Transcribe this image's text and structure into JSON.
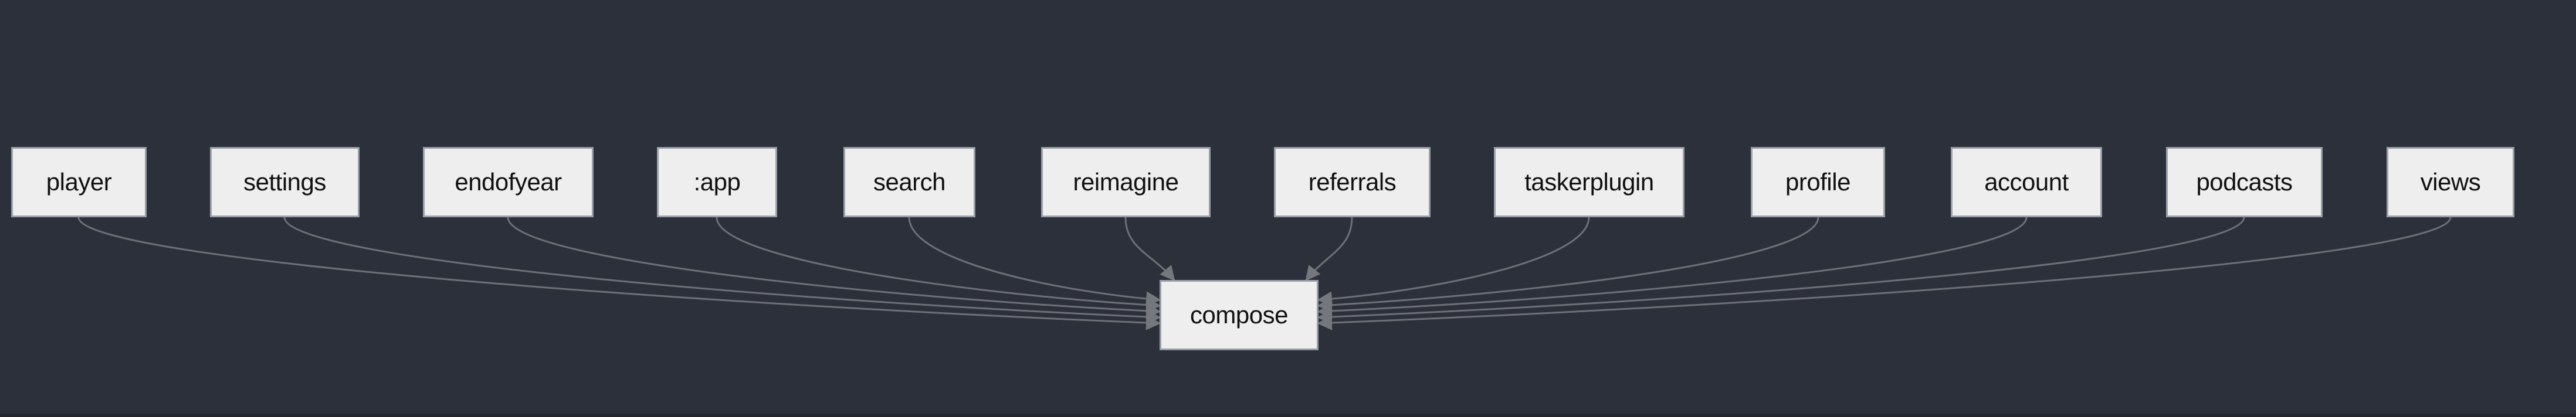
{
  "colors": {
    "background": "#2c303a",
    "edge-strip": "#23262e",
    "node-fill": "#eeeeee",
    "node-border": "#9aa0a8",
    "node-text": "#111111",
    "edge-line": "#6d7076",
    "arrowhead": "#74777d"
  },
  "diagram": {
    "kind": "module dependency graph",
    "target_node": "compose",
    "nodes": [
      {
        "id": "player",
        "label": "player"
      },
      {
        "id": "settings",
        "label": "settings"
      },
      {
        "id": "endofyear",
        "label": "endofyear"
      },
      {
        "id": "app",
        "label": ":app"
      },
      {
        "id": "search",
        "label": "search"
      },
      {
        "id": "reimagine",
        "label": "reimagine"
      },
      {
        "id": "referrals",
        "label": "referrals"
      },
      {
        "id": "taskerplugin",
        "label": "taskerplugin"
      },
      {
        "id": "profile",
        "label": "profile"
      },
      {
        "id": "account",
        "label": "account"
      },
      {
        "id": "podcasts",
        "label": "podcasts"
      },
      {
        "id": "views",
        "label": "views"
      },
      {
        "id": "compose",
        "label": "compose"
      }
    ],
    "edges": [
      {
        "from": "player",
        "to": "compose"
      },
      {
        "from": "settings",
        "to": "compose"
      },
      {
        "from": "endofyear",
        "to": "compose"
      },
      {
        "from": ":app",
        "to": "compose"
      },
      {
        "from": "search",
        "to": "compose"
      },
      {
        "from": "reimagine",
        "to": "compose"
      },
      {
        "from": "referrals",
        "to": "compose"
      },
      {
        "from": "taskerplugin",
        "to": "compose"
      },
      {
        "from": "profile",
        "to": "compose"
      },
      {
        "from": "account",
        "to": "compose"
      },
      {
        "from": "podcasts",
        "to": "compose"
      },
      {
        "from": "views",
        "to": "compose"
      }
    ]
  }
}
